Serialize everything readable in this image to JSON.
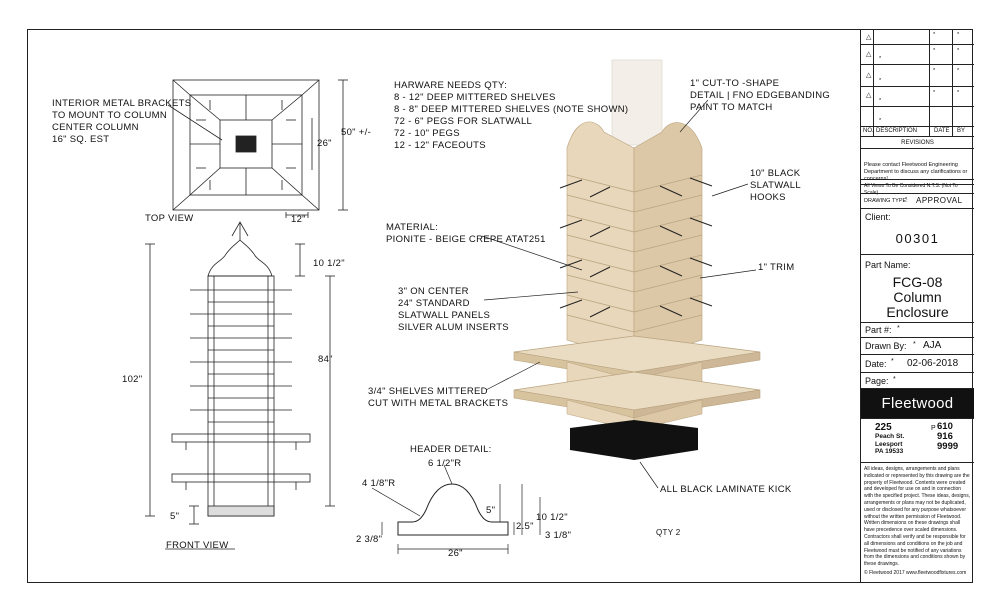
{
  "notes": {
    "hardware_title": "HARWARE NEEDS QTY:",
    "hardware_items": [
      "8 - 12\" DEEP MITTERED SHELVES",
      "8 - 8\" DEEP MITTERED SHELVES (NOTE SHOWN)",
      "72 - 6\" PEGS FOR SLATWALL",
      "72 - 10\" PEGS",
      "12 - 12\" FACEOUTS"
    ],
    "brackets": [
      "INTERIOR METAL BRACKETS",
      "TO MOUNT TO COLUMN",
      "CENTER COLUMN",
      "16\" SQ. EST"
    ],
    "material": [
      "MATERIAL:",
      "PIONITE - BEIGE CREPE ATAT251"
    ],
    "slatwall": [
      "3\" ON CENTER",
      "24\" STANDARD",
      "SLATWALL PANELS",
      "SILVER ALUM INSERTS"
    ],
    "shelves": [
      "3/4\" SHELVES MITTERED",
      "CUT WITH METAL BRACKETS"
    ],
    "cut_to_shape": [
      "1\" CUT-TO -SHAPE",
      "DETAIL | FNO EDGEBANDING",
      "PAINT TO MATCH"
    ],
    "hooks": [
      "10\" BLACK",
      "SLATWALL",
      "HOOKS"
    ],
    "trim": "1\" TRIM",
    "kick": "ALL BLACK LAMINATE KICK",
    "qty": "QTY 2"
  },
  "views": {
    "top_view": "TOP VIEW",
    "front_view": "FRONT VIEW",
    "header_detail": "HEADER DETAIL:"
  },
  "dimensions": {
    "top_50": "50\" +/-",
    "top_26": "26\"",
    "top_12": "12\"",
    "front_10_5": "10 1/2\"",
    "front_84": "84\"",
    "front_102": "102\"",
    "front_5": "5\"",
    "hd_6_5r": "6 1/2\"R",
    "hd_4_125r": "4 1/8\"R",
    "hd_5": "5\"",
    "hd_10_5": "10 1/2\"",
    "hd_2_5": "2.5\"",
    "hd_2_375": "2 3/8\"",
    "hd_3_125": "3 1/8\"",
    "hd_26": "26\""
  },
  "title_block": {
    "col_no": "NO.",
    "col_description": "DESCRIPTION",
    "col_date": "DATE",
    "col_by": "BY",
    "revisions": "REVISIONS",
    "contact_note": "Please contact Fleetwood Engineering Department to discuss any clarifications or concerns!",
    "nts_note": "All Views To Be Considered N.T.S. (Not To Scale)",
    "drawing_type_label": "DRAWING TYPE:",
    "drawing_type_value": "APPROVAL",
    "client_label": "Client:",
    "client_value": "00301",
    "part_name_label": "Part Name:",
    "part_name_lines": [
      "FCG-08",
      "Column",
      "Enclosure"
    ],
    "part_no_label": "Part #:",
    "drawn_by_label": "Drawn By:",
    "drawn_by_value": "AJA",
    "date_label": "Date:",
    "date_value": "02-06-2018",
    "page_label": "Page:",
    "brand": "Fleetwood",
    "address_number": "225",
    "address_lines": [
      "Peach St.",
      "Leesport",
      "PA 19533"
    ],
    "phone_prefix": "P",
    "phone_lines": [
      "610",
      "916",
      "9999"
    ],
    "legal": "All ideas, designs, arrangements and plans indicated or represented by this drawing are the property of Fleetwood. Contents were created and developed for use on and in connection with the specified project. These ideas, designs, arrangements or plans may not be duplicated, used or disclosed for any purpose whatsoever without the written permission of Fleetwood. Written dimensions on these drawings shall have precedence over scaled dimensions. Contractors shall verify and be responsible for all dimensions and conditions on the job and Fleetwood must be notified of any variations from the dimensions and conditions shown by these drawings.",
    "copyright": "© Fleetwood 2017    www.fleetwoodfixtures.com",
    "asterisk": "*"
  },
  "colors": {
    "panel": "#e8d7ba",
    "panel_dark": "#cdb796",
    "kick": "#111111",
    "brand_bg": "#111111"
  }
}
